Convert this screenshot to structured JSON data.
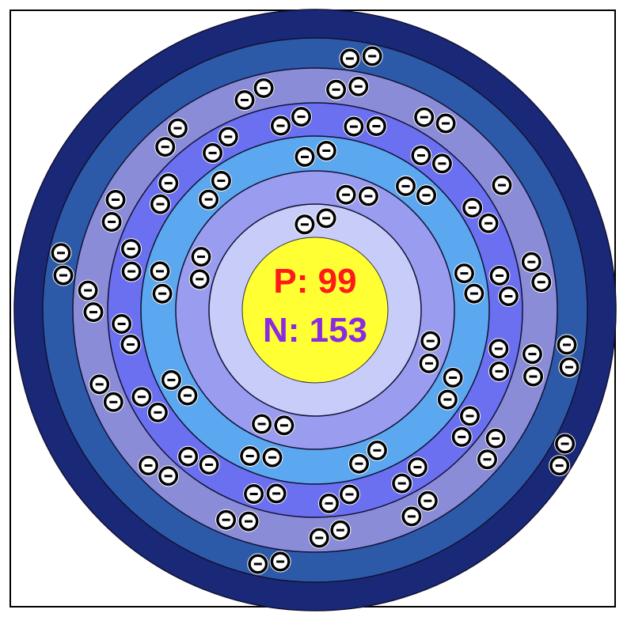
{
  "nucleus": {
    "protons_label": "P: 99",
    "neutrons_label": "N: 153",
    "protons": 99,
    "neutrons": 153,
    "color": "#ffff33",
    "protons_color": "#ff1a1a",
    "neutrons_color": "#8a2be2"
  },
  "electron": {
    "symbol": "-",
    "color": "#000000"
  },
  "shells": [
    {
      "electrons": 2,
      "color": "#c8ccf8"
    },
    {
      "electrons": 8,
      "color": "#9a9cf0"
    },
    {
      "electrons": 18,
      "color": "#5ca8f0"
    },
    {
      "electrons": 32,
      "color": "#6b70f0"
    },
    {
      "electrons": 29,
      "color": "#8a8cd8"
    },
    {
      "electrons": 8,
      "color": "#2d5aa8"
    },
    {
      "electrons": 2,
      "color": "#1a2878"
    }
  ]
}
